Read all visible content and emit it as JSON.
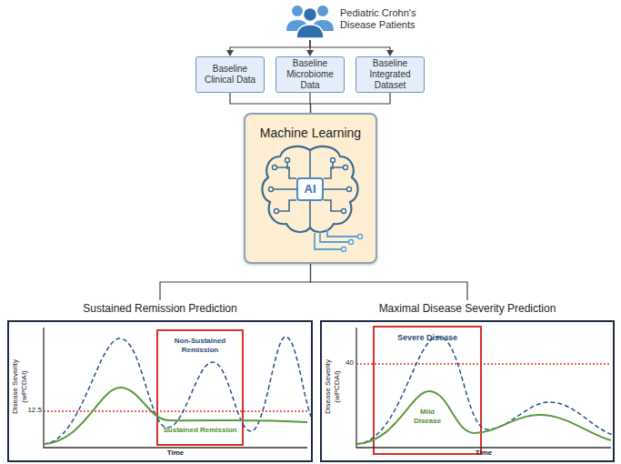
{
  "diagram": {
    "nodes": [
      {
        "text": [
          "Pediatric Crohn's Disease Patients"
        ]
      },
      {
        "text": [
          "Baseline Clinical Data"
        ]
      },
      {
        "text": [
          "Baseline Microbiome Data"
        ]
      },
      {
        "text": [
          "Baseline Integrated Dataset"
        ]
      },
      {
        "text": [
          "Machine Learning",
          "AI"
        ]
      },
      {
        "text": [
          "Sustained Remission Prediction",
          "Disease Severity (wPCDAI)",
          "12.5",
          "Time"
        ]
      },
      {
        "text": [
          "Non-Sustained Remission",
          "Sustained Remission"
        ],
        "in": 5
      },
      {
        "text": [
          "Maximal Disease Severity Prediction",
          "Disease Severity (wPCDAI)",
          "40",
          "Time"
        ]
      },
      {
        "text": [
          "Severe Disease",
          "Mild Disease"
        ],
        "in": 7
      }
    ],
    "edges": [
      {
        "from": 0,
        "to": 1,
        "arrow": "to"
      },
      {
        "from": 0,
        "to": 2,
        "arrow": "to"
      },
      {
        "from": 0,
        "to": 3,
        "arrow": "to"
      },
      {
        "from": 1,
        "to": 4,
        "arrow": "none"
      },
      {
        "from": 2,
        "to": 4,
        "arrow": "none"
      },
      {
        "from": 3,
        "to": 4,
        "arrow": "none"
      },
      {
        "from": 4,
        "to": 5,
        "arrow": "none"
      },
      {
        "from": 4,
        "to": 7,
        "arrow": "none"
      }
    ]
  }
}
